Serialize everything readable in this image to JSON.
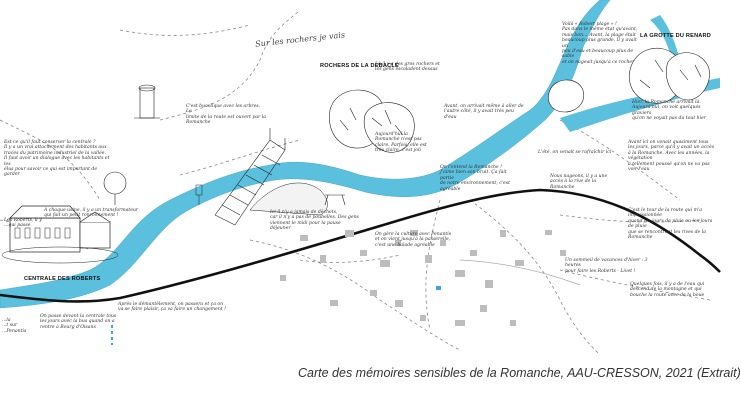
{
  "map": {
    "colors": {
      "river": "#5bc0de",
      "road": "#111111",
      "building": "#bdbdbd",
      "dashed_path": "#777777",
      "highlight": "#3aa7dd"
    },
    "labels": {
      "grotte": "LA GROTTE DU RENARD",
      "rochers": "ROCHERS DE LA DEBACLE",
      "centrale": "CENTRALE DES ROBERTS",
      "handwritten": "Sur les rochers je vais"
    },
    "notes": {
      "n_centrale_question": "Est-ce qu'il faut conserver la centrale ?\nIl y a un vrai attachement des habitants aux\ntraces du patrimoine industriel de la vallée.\nIl faut avoir un dialogue avec les habitants et les\nélus pour savoir ce qui est important de garder",
      "n_transformateur": "A chaque usine, il y a un transformateur\nqui fait un petit ronronnement !",
      "n_roberts": "Les Roberts, il y\n...qui passe",
      "n_left_edge": "...la\n...t sur\n...Penantis",
      "n_demantelement": "Après le démantèlement, on passera et ça on\nva se faire plaisir, ça va faire un changement !",
      "n_centrale_route": "On passe devant la centrale tous\nles jours avec la bus quand on a\nrentre à Bourg d'Oisans",
      "n_arbres": "C'est bucolique avec les arbres. Le\nlimite de la route est ouvert par la\nRomanche",
      "n_buvette": "Ici il n'y a jamais de déchets,\ncar il n'y a pas de poubelles. Des gens\nviennent le midi pour la pause déjeuner",
      "n_rochers_ensemble": "Là il y a des gros rochers et\nles gens escaladent dessus",
      "n_romanche_claire": "Aujourd'hui la\nRomanche n'est pas\nclaire. Parfois, elle est\ntrès claire, c'est joli",
      "n_avant_arrivait": "Avant, on arrivait même à aller de\nl'autre côté, il y avait très peu d'eau",
      "n_entend": "On l'entend la Romanche !\nJ'aime bien son bruit. Ça fait partie\nde notre environnement, c'est agréable",
      "n_nager": "Nous nageons, il y a une\naccès à la rive de la Romanche",
      "n_culture": "On gère la culture avec Penantis\net on vient jusqu'à la passerelle,\nc'est une balade agréable",
      "n_plage": "Voilà « Robert plage » !\nPas dans le même état qu'avant,\nmais bon… Avant, la plage était\nbeaucoup plus grande. Il y avait un\npeu d'eau et beaucoup plus de sable\net on nageait jusqu'à ce rocher",
      "n_ete": "L'été, on venait se rafraîchir ici",
      "n_hier_romanche": "Hier, la Romanche arrivait là.\nAujourd'hui, on voit quelques graviers\nqu'on ne voyait pas du tout hier",
      "n_avant_ici": "Avant ici on venait quasiment tous\nles jours, parce qu'il y avait un accès\nà la Romanche. Avec les années, la végétation\na tellement poussé qu'on ne va pas voir l'eau",
      "n_tour": "C'est le tour de la route qui m'a impressionnée\nquand les jours de pluie ou les jours de pluie\nque se rencontrent les rives de la Romanche",
      "n_sommeil": "Un sommeil de vacances d'hiver : 3 heures\npour faire les Roberts - Livet !",
      "n_quelques": "Quelques fois, il y a de l'eau qui\ndescend de la montagne et qui\nbouche la route avec de la boue"
    }
  },
  "caption": "Carte des mémoires sensibles de la Romanche, AAU-CRESSON, 2021 (Extrait)"
}
